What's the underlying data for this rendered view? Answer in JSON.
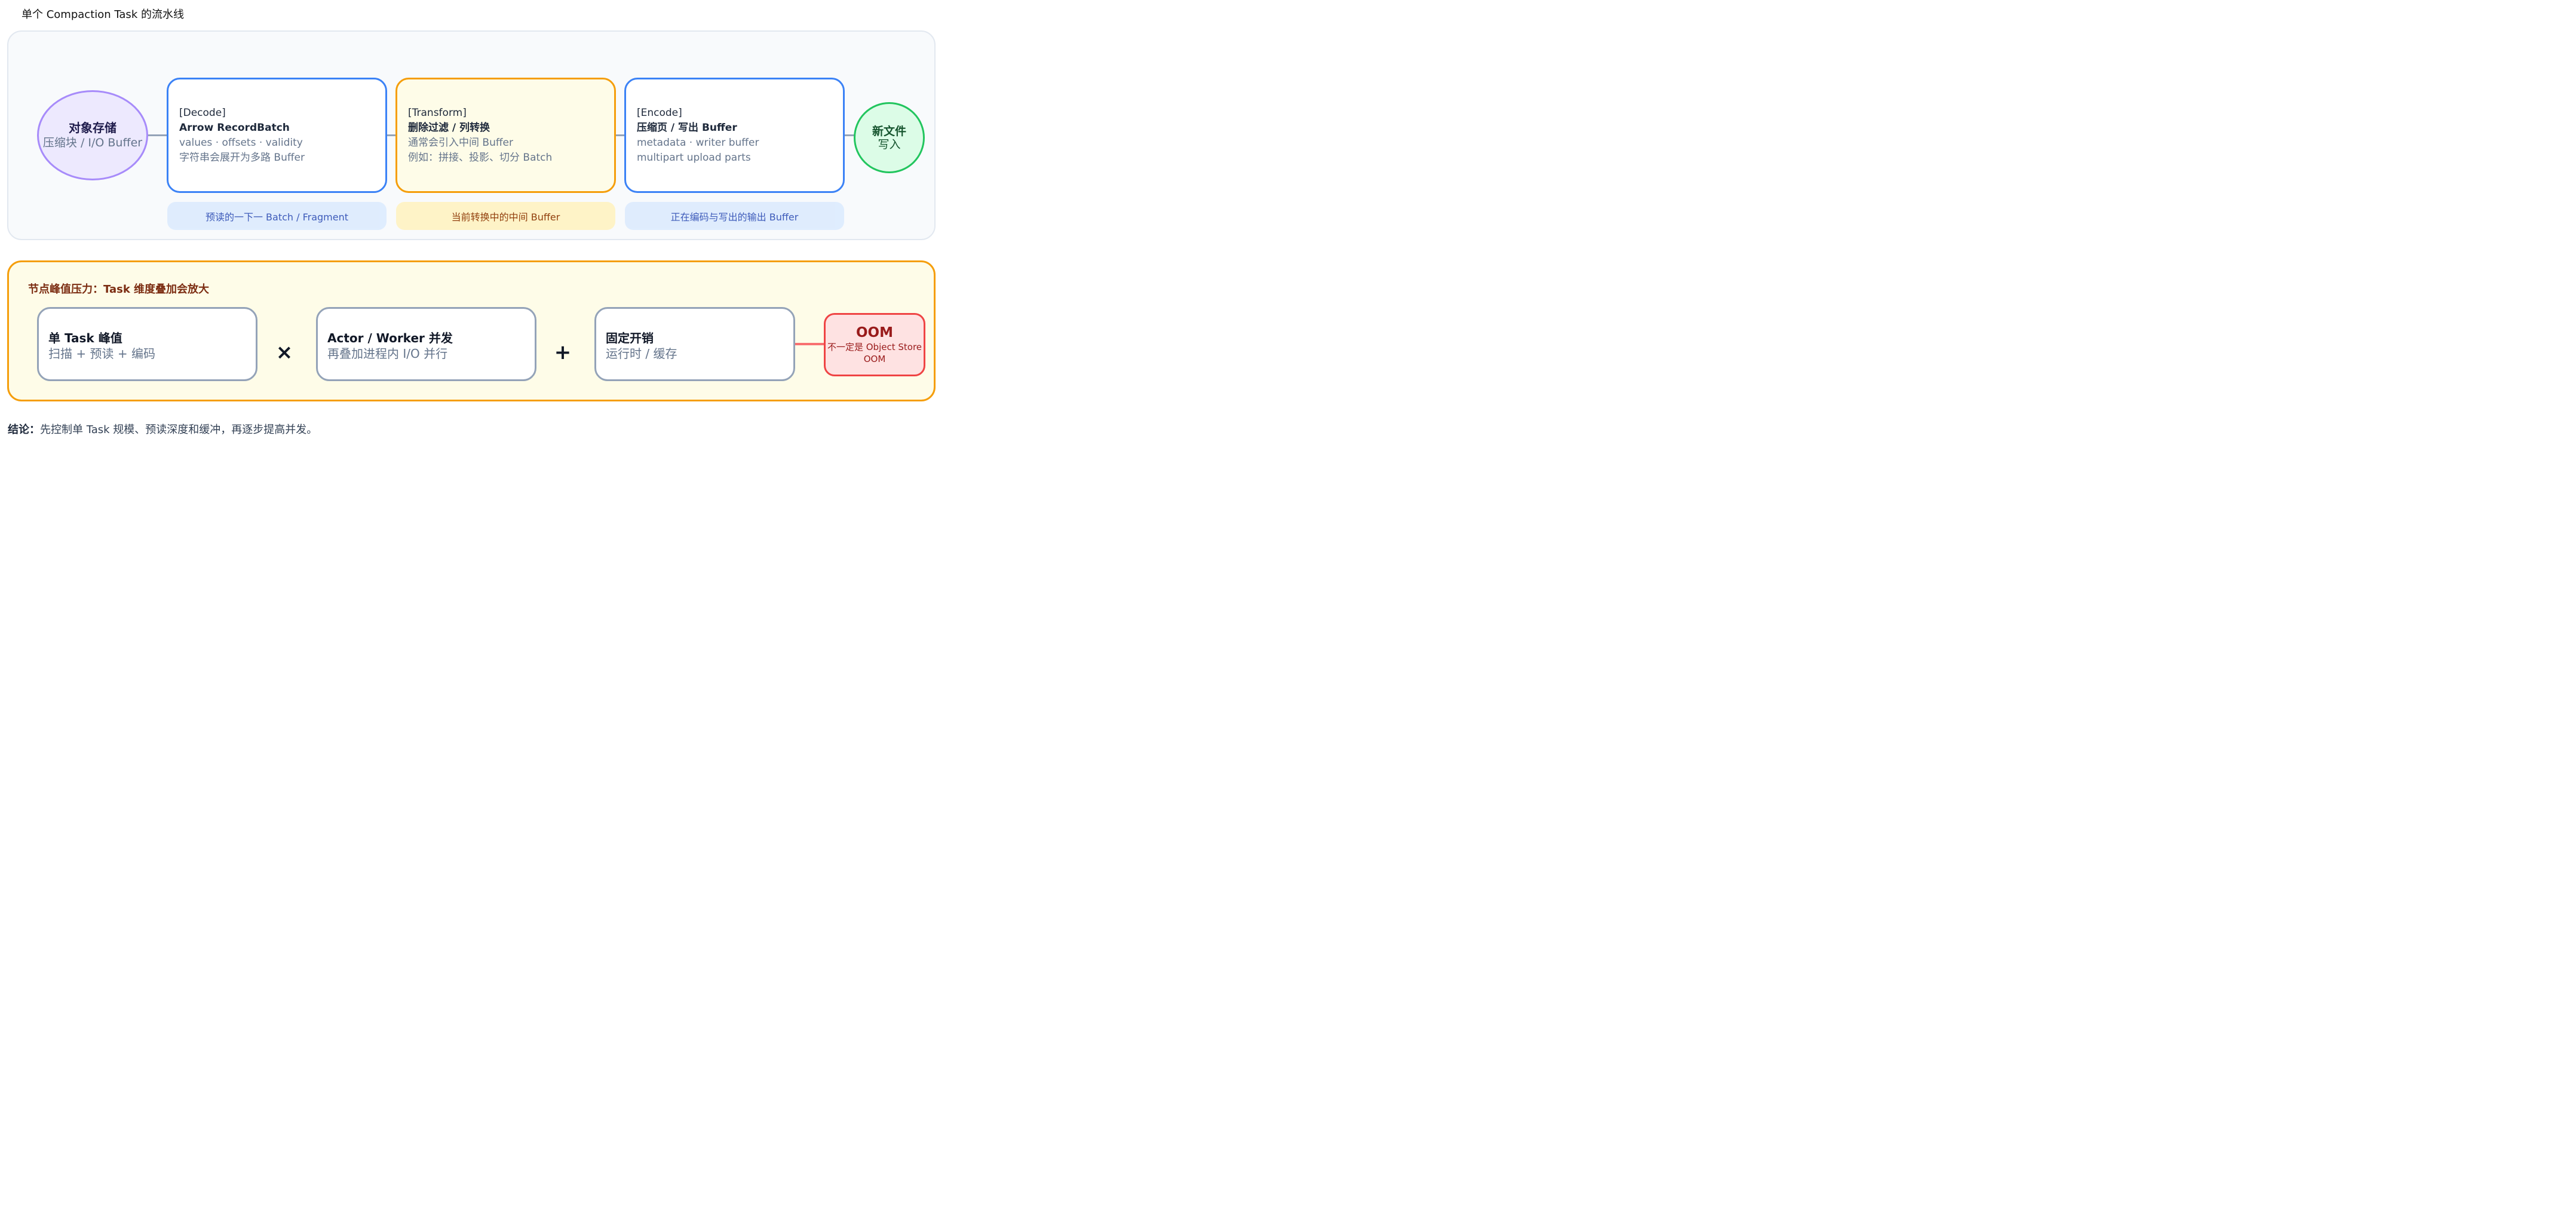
{
  "page_title": "单个 Compaction Task 的流水线",
  "pipeline": {
    "storage": {
      "title": "对象存储",
      "subtitle": "压缩块 / I/O Buffer"
    },
    "stages": [
      {
        "tag": "[Decode]",
        "title": "Arrow RecordBatch",
        "lines": [
          "values · offsets · validity",
          "字符串会展开为多路 Buffer"
        ],
        "note": "预读的一下一 Batch / Fragment"
      },
      {
        "tag": "[Transform]",
        "title": "删除过滤 / 列转换",
        "lines": [
          "通常会引入中间 Buffer",
          "例如：拼接、投影、切分 Batch"
        ],
        "note": "当前转换中的中间 Buffer"
      },
      {
        "tag": "[Encode]",
        "title": "压缩页 / 写出 Buffer",
        "lines": [
          "metadata · writer buffer",
          "multipart upload parts"
        ],
        "note": "正在编码与写出的输出 Buffer"
      }
    ],
    "new_file": {
      "title": "新文件",
      "subtitle": "写入"
    }
  },
  "peak": {
    "title": "节点峰值压力：Task 维度叠加会放大",
    "factors": [
      {
        "title": "单 Task 峰值",
        "subtitle": "扫描 + 预读 + 编码"
      },
      {
        "title": "Actor / Worker 并发",
        "subtitle": "再叠加进程内 I/O 并行"
      },
      {
        "title": "固定开销",
        "subtitle": "运行时 / 缓存"
      }
    ],
    "operators": [
      "×",
      "+"
    ],
    "oom": {
      "title": "OOM",
      "subtitle": "不一定是 Object Store OOM"
    }
  },
  "conclusion": {
    "label": "结论：",
    "text": "先控制单 Task 规模、预读深度和缓冲，再逐步提高并发。"
  },
  "colors": {
    "storage": "#ede9fe",
    "decode_border": "#3b82f6",
    "transform_border": "#f59e0b",
    "new_file": "#dcfce7",
    "peak_border": "#f59e0b",
    "oom": "#ef4444"
  }
}
